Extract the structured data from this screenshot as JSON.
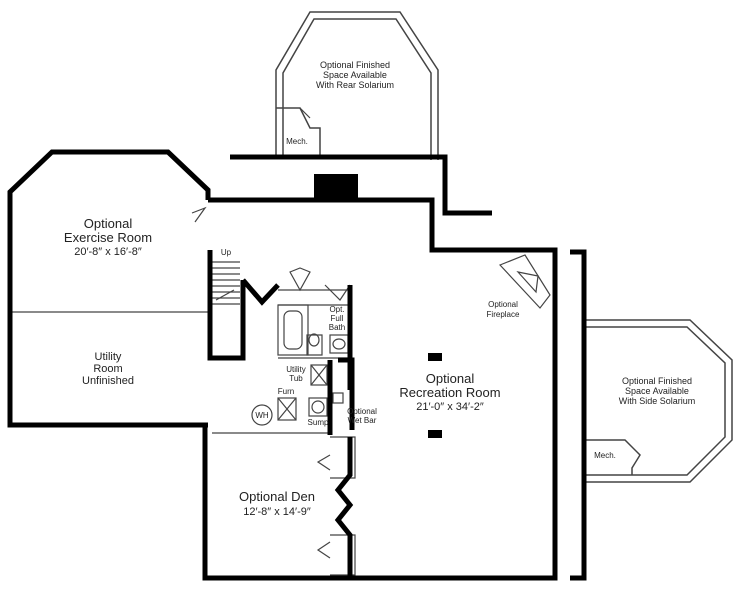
{
  "colors": {
    "wall": "#000000",
    "thin_line": "#444444",
    "background": "#ffffff"
  },
  "rooms": {
    "rear_solarium": {
      "line1": "Optional Finished",
      "line2": "Space Available",
      "line3": "With Rear Solarium"
    },
    "rear_mech": "Mech.",
    "exercise_room": {
      "line1": "Optional",
      "line2": "Exercise Room",
      "dims": "20′-8″ x 16′-8″"
    },
    "utility_room": {
      "line1": "Utility",
      "line2": "Room",
      "line3": "Unfinished"
    },
    "stairs_up": "Up",
    "full_bath": {
      "line1": "Opt.",
      "line2": "Full",
      "line3": "Bath"
    },
    "utility_tub": {
      "line1": "Utility",
      "line2": "Tub"
    },
    "furnace": "Furn",
    "water_heater": "WH",
    "sump": "Sump",
    "wet_bar": {
      "line1": "Optional",
      "line2": "Wet Bar"
    },
    "fireplace": {
      "line1": "Optional",
      "line2": "Fireplace"
    },
    "recreation_room": {
      "line1": "Optional",
      "line2": "Recreation Room",
      "dims": "21′-0″ x 34′-2″"
    },
    "den": {
      "line1": "Optional Den",
      "dims": "12′-8″ x 14′-9″"
    },
    "side_solarium": {
      "line1": "Optional Finished",
      "line2": "Space Available",
      "line3": "With Side Solarium"
    },
    "side_mech": "Mech."
  }
}
